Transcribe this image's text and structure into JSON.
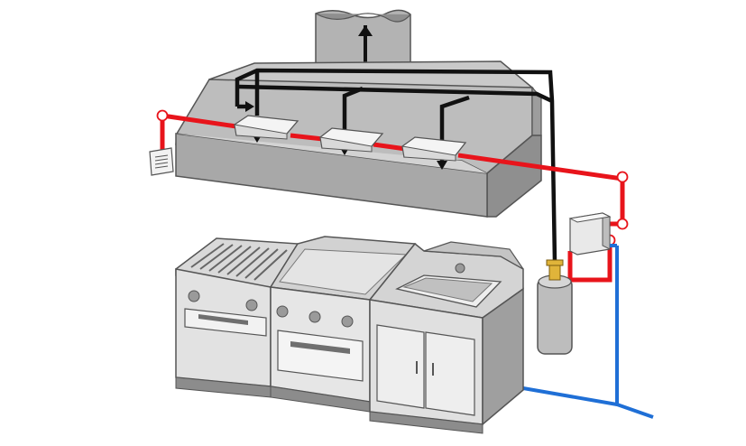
{
  "diagram": {
    "components": [
      {
        "id": "exhaust-duct",
        "kind": "duct"
      },
      {
        "id": "exhaust-hood",
        "kind": "hood"
      },
      {
        "id": "filter-1",
        "kind": "filter"
      },
      {
        "id": "filter-2",
        "kind": "filter"
      },
      {
        "id": "filter-3",
        "kind": "filter"
      },
      {
        "id": "manual-pull-station",
        "kind": "control-box"
      },
      {
        "id": "control-panel",
        "kind": "control-box"
      },
      {
        "id": "agent-cylinder",
        "kind": "tank"
      },
      {
        "id": "griddle-range",
        "kind": "appliance"
      },
      {
        "id": "flat-top-oven",
        "kind": "appliance"
      },
      {
        "id": "fryer-cabinet",
        "kind": "appliance"
      }
    ],
    "lines": [
      {
        "id": "agent-distribution-pipe",
        "color": "#111111"
      },
      {
        "id": "detection-line",
        "color": "#e8141b"
      },
      {
        "id": "gas-supply-line",
        "color": "#1f6fd6"
      }
    ],
    "colors": {
      "metal_dark": "#8c8c8c",
      "metal_mid": "#b9b9b9",
      "metal_light": "#d9d9d9",
      "metal_lighter": "#ececec",
      "outline": "#555555",
      "pipe_black": "#111111",
      "detection_red": "#e8141b",
      "gas_blue": "#1f6fd6",
      "nozzle_gold": "#e0b43a"
    }
  }
}
